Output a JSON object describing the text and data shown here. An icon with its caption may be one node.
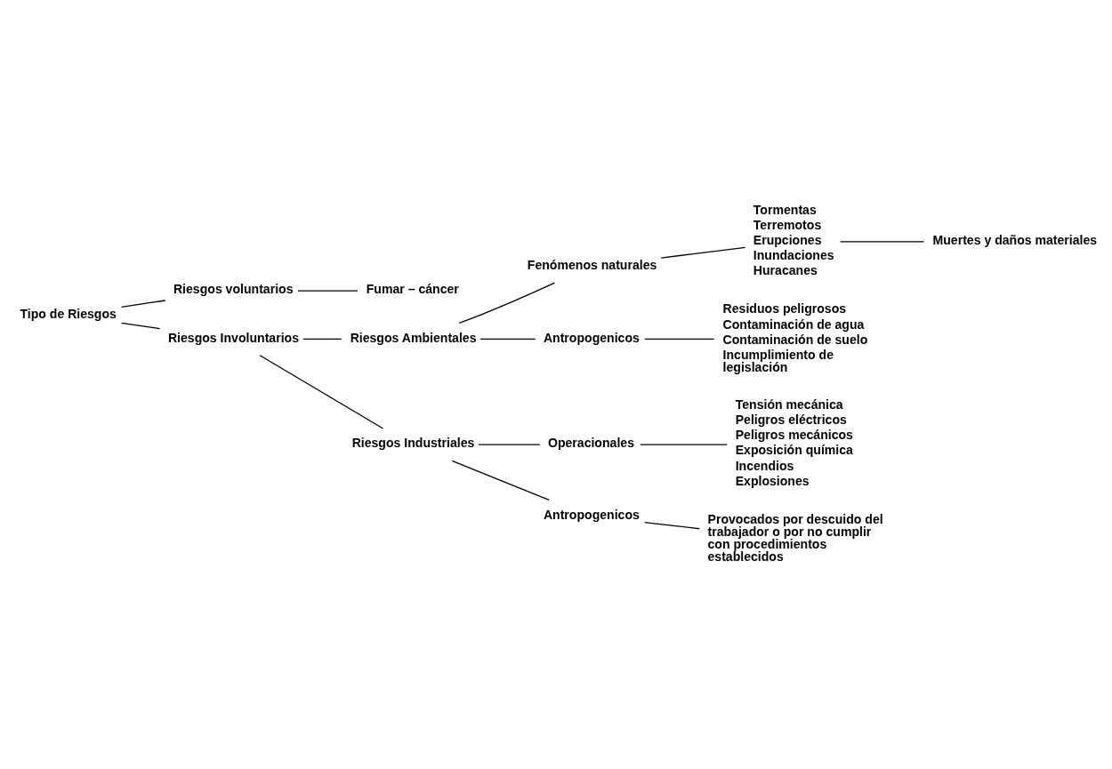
{
  "diagram": {
    "nodes": [
      {
        "text": [
          "Tipo de Riesgos"
        ]
      },
      {
        "text": [
          "Riesgos voluntarios"
        ]
      },
      {
        "text": [
          "Fumar – cáncer"
        ]
      },
      {
        "text": [
          "Riesgos Involuntarios"
        ]
      },
      {
        "text": [
          "Riesgos Ambientales"
        ]
      },
      {
        "text": [
          "Fenómenos naturales"
        ]
      },
      {
        "text": [
          "Tormentas",
          "Terremotos",
          "Erupciones",
          "Inundaciones",
          "Huracanes"
        ]
      },
      {
        "text": [
          "Muertes y daños materiales"
        ]
      },
      {
        "text": [
          "Antropogenicos"
        ]
      },
      {
        "text": [
          "Residuos peligrosos",
          "Contaminación de agua",
          "Contaminación de suelo",
          "Incumplimiento de legislación"
        ]
      },
      {
        "text": [
          "Riesgos Industriales"
        ]
      },
      {
        "text": [
          "Operacionales"
        ]
      },
      {
        "text": [
          "Tensión mecánica",
          "Peligros eléctricos",
          "Peligros mecánicos",
          "Exposición química",
          "Incendios",
          "Explosiones"
        ]
      },
      {
        "text": [
          "Antropogenicos"
        ]
      },
      {
        "text": [
          "Provocados por descuido del trabajador o por no cumplir con procedimientos establecidos"
        ]
      }
    ],
    "edges": [
      {
        "from": 0,
        "to": 1,
        "arrow": "none"
      },
      {
        "from": 1,
        "to": 2,
        "arrow": "none"
      },
      {
        "from": 0,
        "to": 3,
        "arrow": "none"
      },
      {
        "from": 3,
        "to": 4,
        "arrow": "none"
      },
      {
        "from": 4,
        "to": 5,
        "arrow": "none"
      },
      {
        "from": 5,
        "to": 6,
        "arrow": "none"
      },
      {
        "from": 6,
        "to": 7,
        "arrow": "none"
      },
      {
        "from": 4,
        "to": 8,
        "arrow": "none"
      },
      {
        "from": 8,
        "to": 9,
        "arrow": "none"
      },
      {
        "from": 3,
        "to": 10,
        "arrow": "none"
      },
      {
        "from": 10,
        "to": 11,
        "arrow": "none"
      },
      {
        "from": 11,
        "to": 12,
        "arrow": "none"
      },
      {
        "from": 10,
        "to": 13,
        "arrow": "none"
      },
      {
        "from": 13,
        "to": 14,
        "arrow": "none"
      }
    ]
  }
}
